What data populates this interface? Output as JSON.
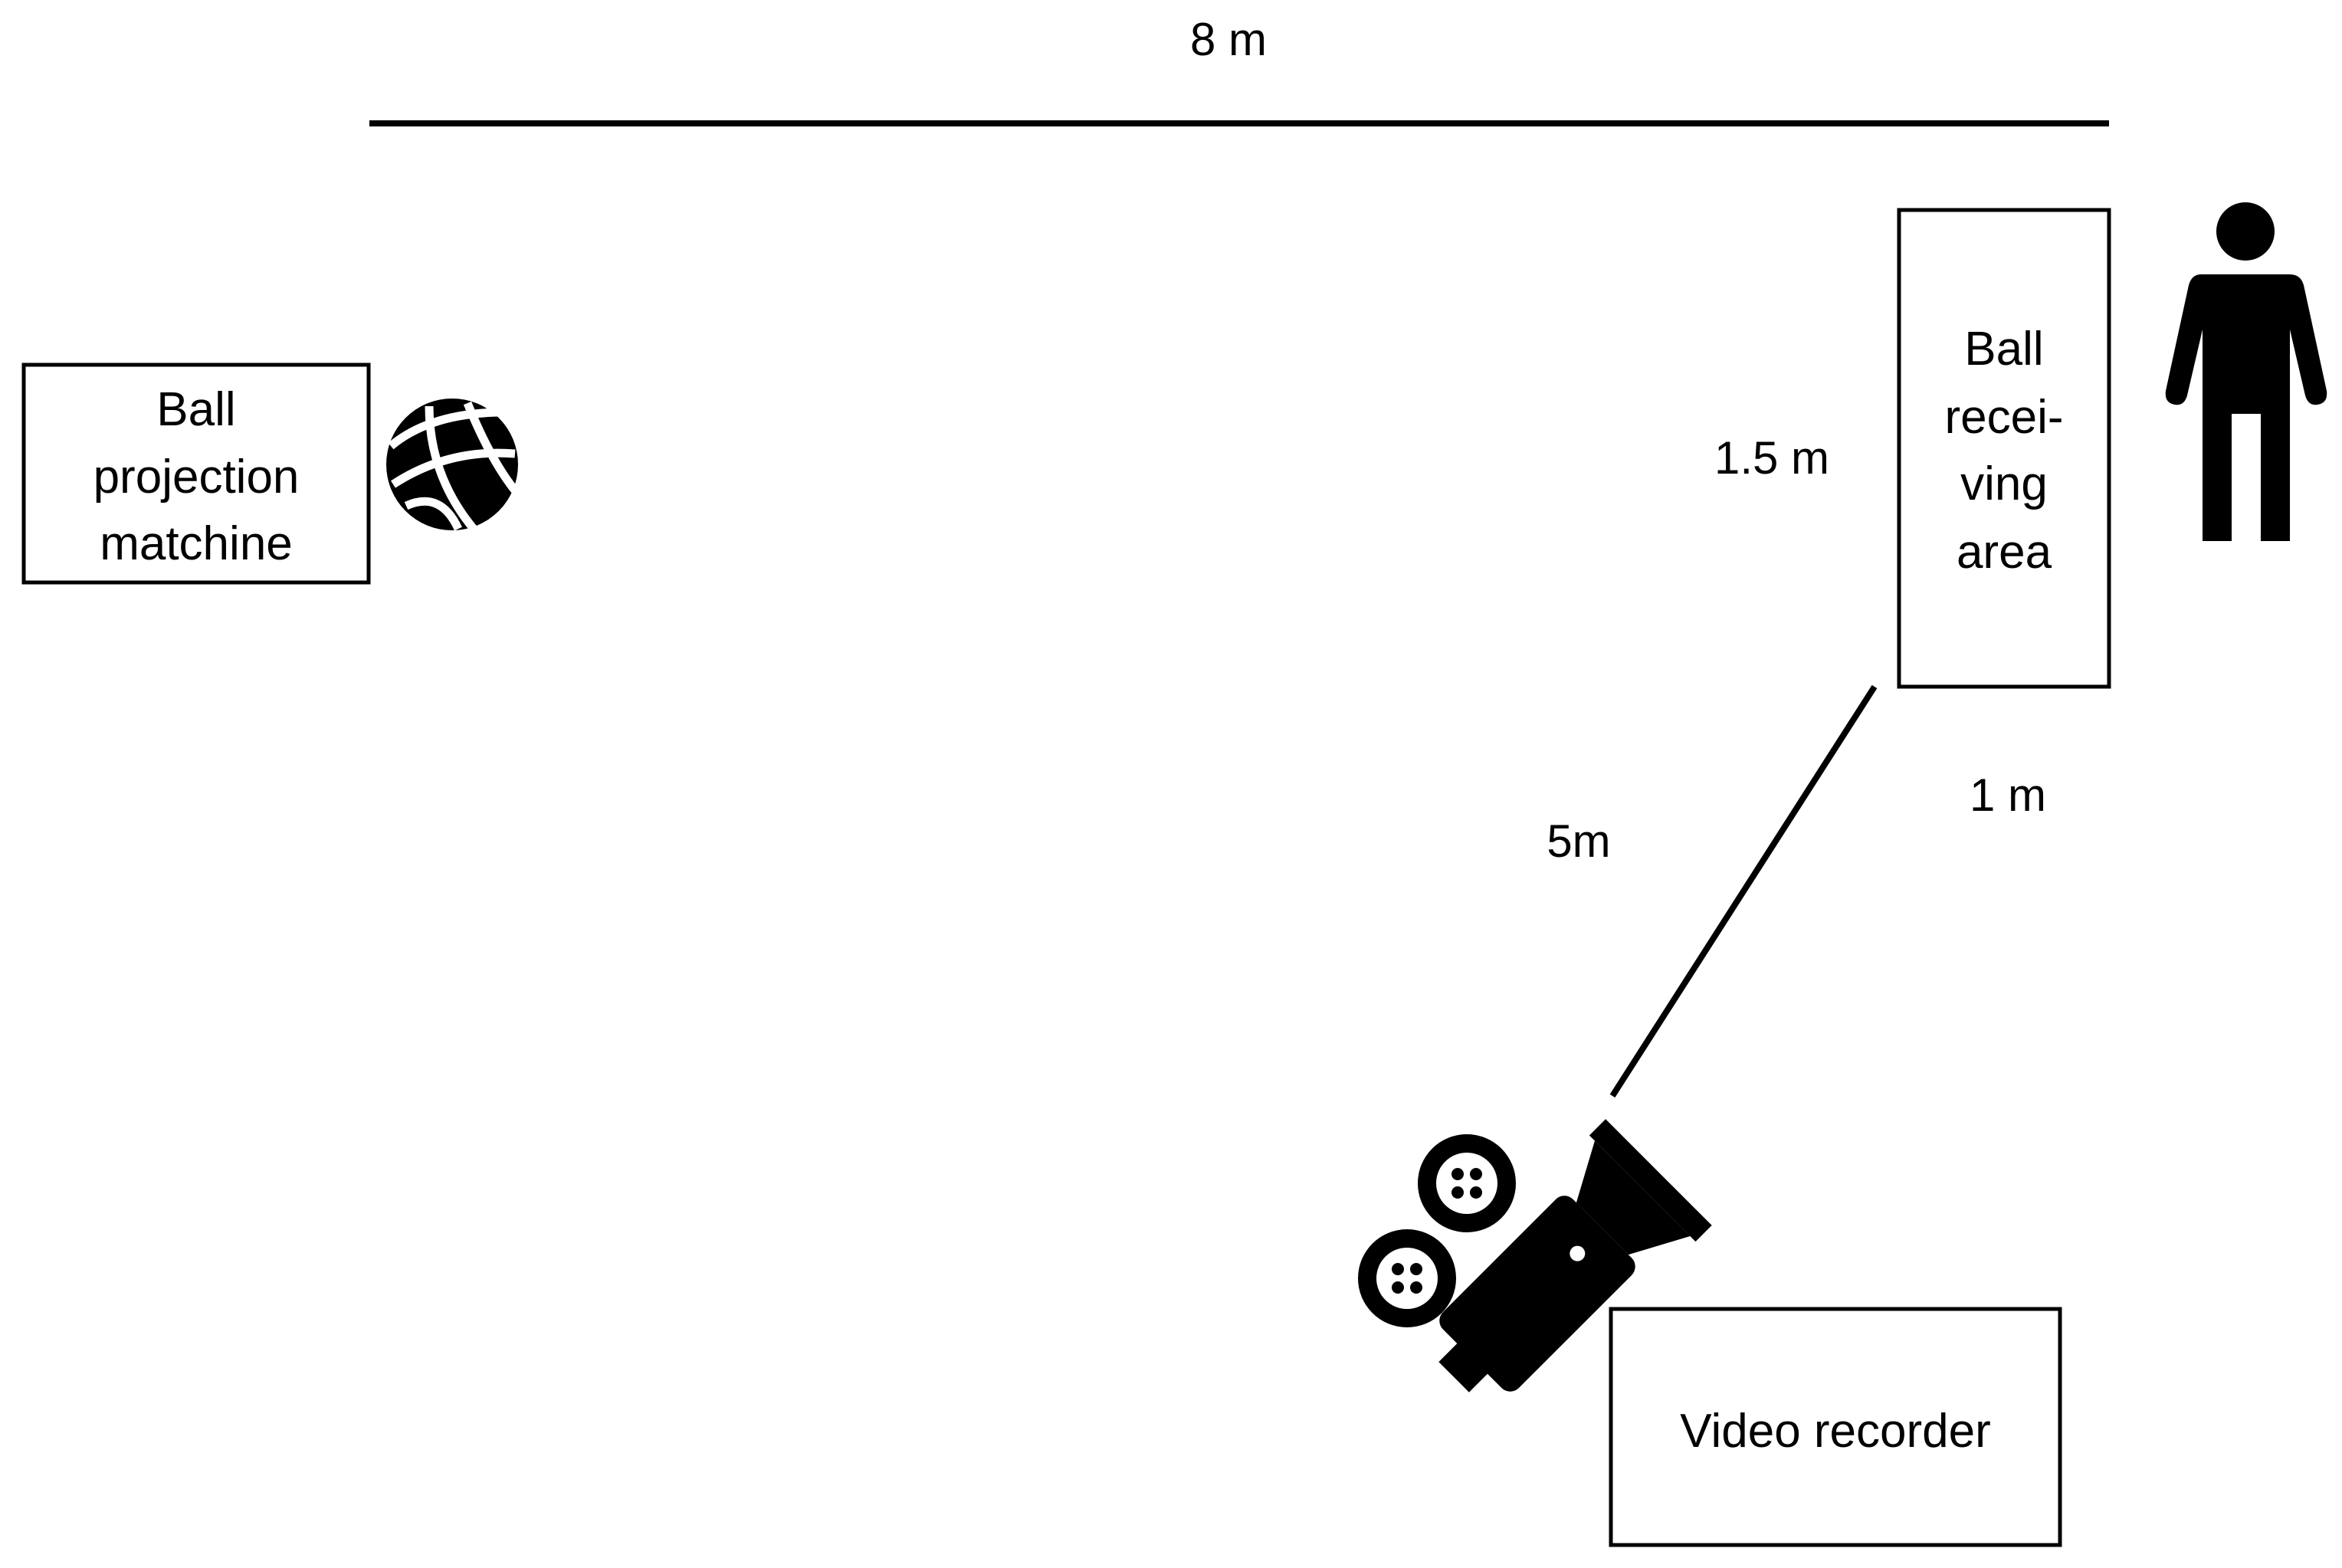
{
  "colors": {
    "ink": "#000000",
    "background": "#ffffff"
  },
  "dimensions": {
    "top_distance": "8 m",
    "area_height": "1.5 m",
    "area_width": "1 m",
    "camera_distance": "5m"
  },
  "boxes": {
    "projection_machine": [
      "Ball",
      "projection",
      "matchine"
    ],
    "receiving_area": [
      "Ball",
      "recei-",
      "ving",
      "area"
    ],
    "video_recorder": "Video recorder"
  },
  "icons": {
    "ball": "volleyball-icon",
    "person": "person-icon",
    "camera": "movie-camera-icon"
  }
}
